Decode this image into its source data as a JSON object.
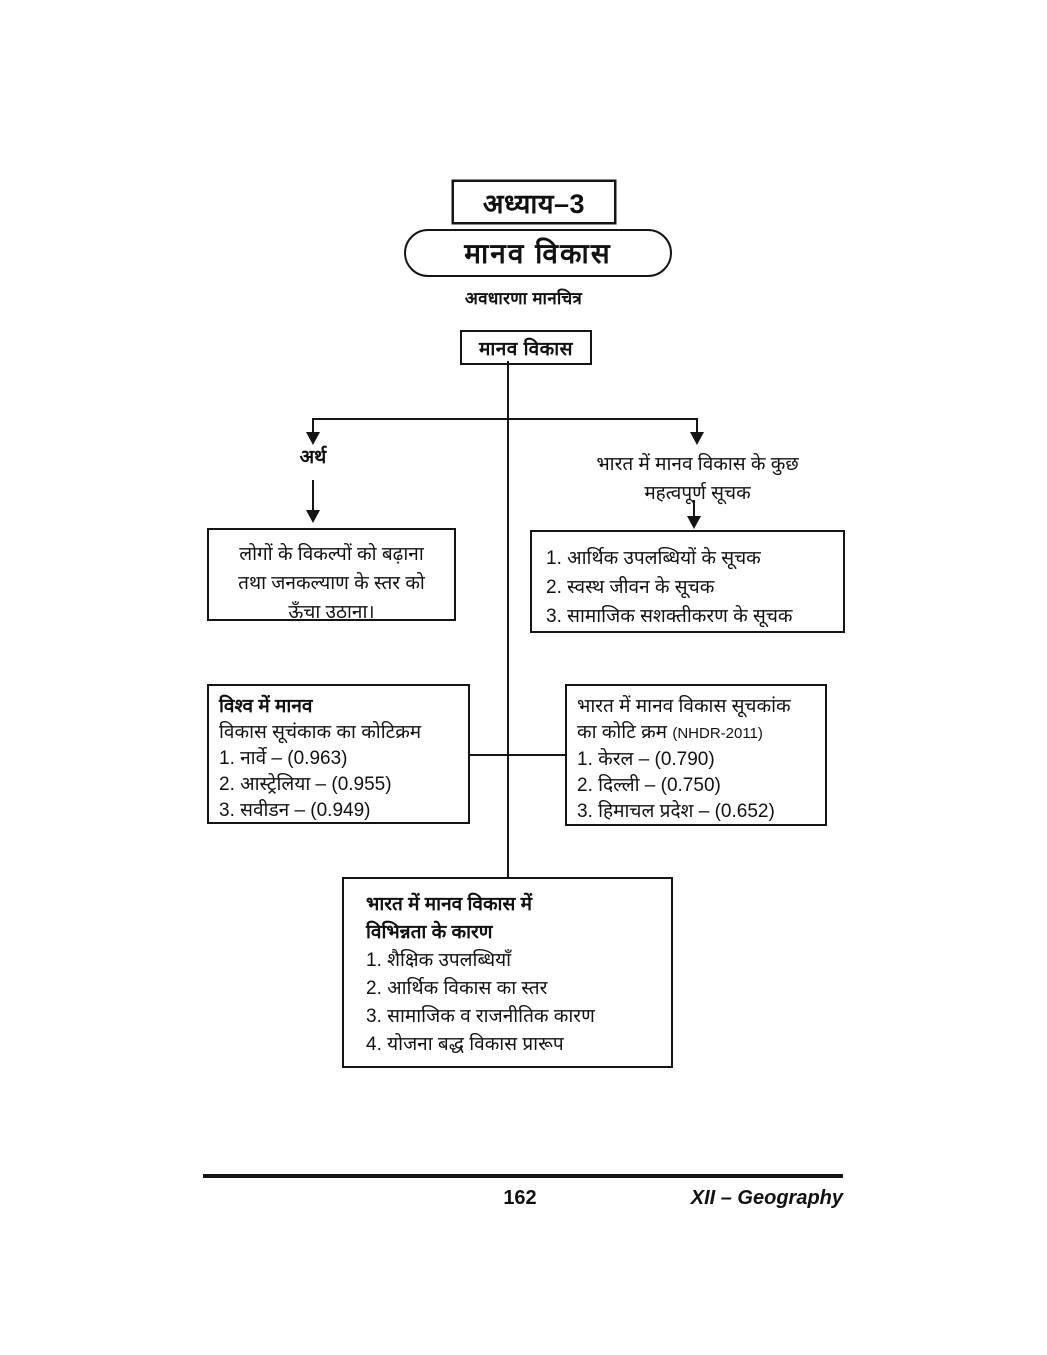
{
  "page": {
    "background": "#ffffff",
    "ink": "#151515"
  },
  "header": {
    "chapter": "अध्याय–3",
    "title": "मानव विकास",
    "subtitle": "अवधारणा मानचित्र"
  },
  "diagram": {
    "root_node": "मानव विकास",
    "branches": {
      "left_label": "अर्थ",
      "right_label": "भारत में मानव विकास के कुछ\nमहत्वपूर्ण सूचक",
      "right_label_line1": "भारत में मानव विकास के कुछ",
      "right_label_line2": "महत्वपूर्ण सूचक"
    },
    "meaning_box": {
      "line1": "लोगों के विकल्पों को बढ़ाना",
      "line2": "तथा जनकल्याण के स्तर को",
      "line3": "ऊँचा उठाना।"
    },
    "indicators_box": {
      "items": [
        "1. आर्थिक उपलब्धियों के सूचक",
        "2. स्वस्थ जीवन के सूचक",
        "3. सामाजिक सशक्तीकरण के सूचक"
      ]
    },
    "world_hdi_box": {
      "heading_line1": "विश्व में मानव",
      "heading_line2": "विकास सूचंकाक का कोटिक्रम",
      "items": [
        "1. नार्वे – (0.963)",
        "2. आस्ट्रेलिया – (0.955)",
        "3. सवीडन – (0.949)"
      ]
    },
    "india_hdi_box": {
      "heading_line1": "भारत में मानव विकास सूचकांक",
      "heading_line2_main": "का कोटि क्रम ",
      "heading_line2_note": "(NHDR-2011)",
      "items": [
        "1. केरल – (0.790)",
        "2. दिल्ली – (0.750)",
        "3. हिमाचल प्रदेश – (0.652)"
      ]
    },
    "reasons_box": {
      "heading_line1": "भारत में मानव विकास में",
      "heading_line2": "विभिन्नता के कारण",
      "items": [
        "1. शैक्षिक उपलब्धियाँ",
        "2. आर्थिक विकास का स्तर",
        "3. सामाजिक व राजनीतिक कारण",
        "4. योजना बद्ध विकास प्रारूप"
      ]
    }
  },
  "footer": {
    "page_number": "162",
    "subject": "XII – Geography"
  }
}
